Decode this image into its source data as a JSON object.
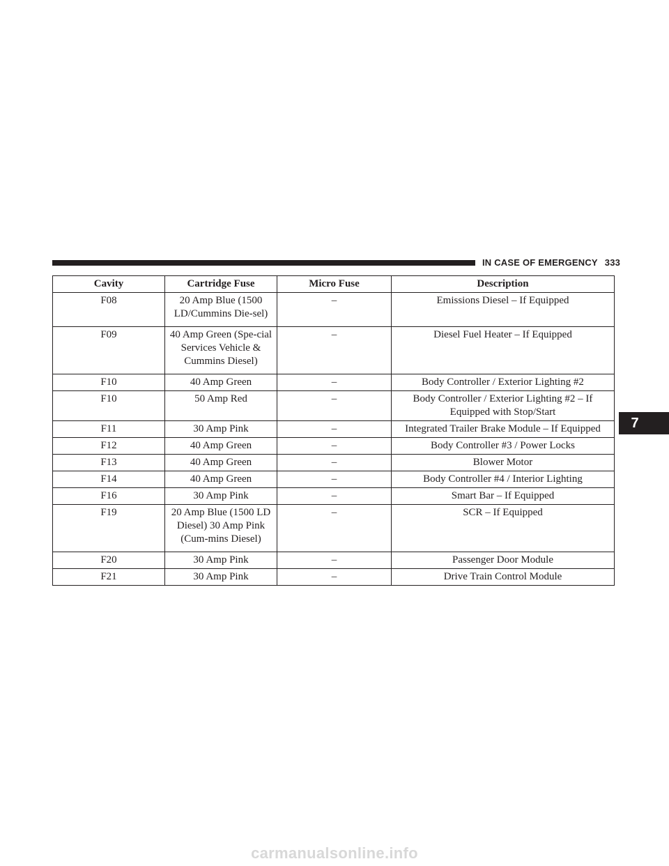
{
  "header": {
    "section_title": "IN CASE OF EMERGENCY",
    "page_number": "333"
  },
  "chapter_tab": "7",
  "table": {
    "columns": [
      "Cavity",
      "Cartridge Fuse",
      "Micro Fuse",
      "Description"
    ],
    "rows": [
      [
        "F08",
        "20 Amp Blue (1500 LD/Cummins Die-sel)",
        "–",
        "Emissions Diesel – If Equipped"
      ],
      [
        "F09",
        "40 Amp Green (Spe-cial Services Vehicle & Cummins Diesel)",
        "–",
        "Diesel Fuel Heater – If Equipped"
      ],
      [
        "F10",
        "40 Amp Green",
        "–",
        "Body Controller / Exterior Lighting #2"
      ],
      [
        "F10",
        "50 Amp Red",
        "–",
        "Body Controller / Exterior Lighting #2 – If Equipped with Stop/Start"
      ],
      [
        "F11",
        "30 Amp Pink",
        "–",
        "Integrated Trailer Brake Module – If Equipped"
      ],
      [
        "F12",
        "40 Amp Green",
        "–",
        "Body Controller #3 / Power Locks"
      ],
      [
        "F13",
        "40 Amp Green",
        "–",
        "Blower Motor"
      ],
      [
        "F14",
        "40 Amp Green",
        "–",
        "Body Controller #4 / Interior Lighting"
      ],
      [
        "F16",
        "30 Amp Pink",
        "–",
        "Smart Bar – If Equipped"
      ],
      [
        "F19",
        "20 Amp Blue (1500 LD Diesel) 30 Amp Pink (Cum-mins Diesel)",
        "–",
        "SCR – If Equipped"
      ],
      [
        "F20",
        "30 Amp Pink",
        "–",
        "Passenger Door Module"
      ],
      [
        "F21",
        "30 Amp Pink",
        "–",
        "Drive Train Control Module"
      ]
    ]
  },
  "watermark": "carmanualsonline.info"
}
